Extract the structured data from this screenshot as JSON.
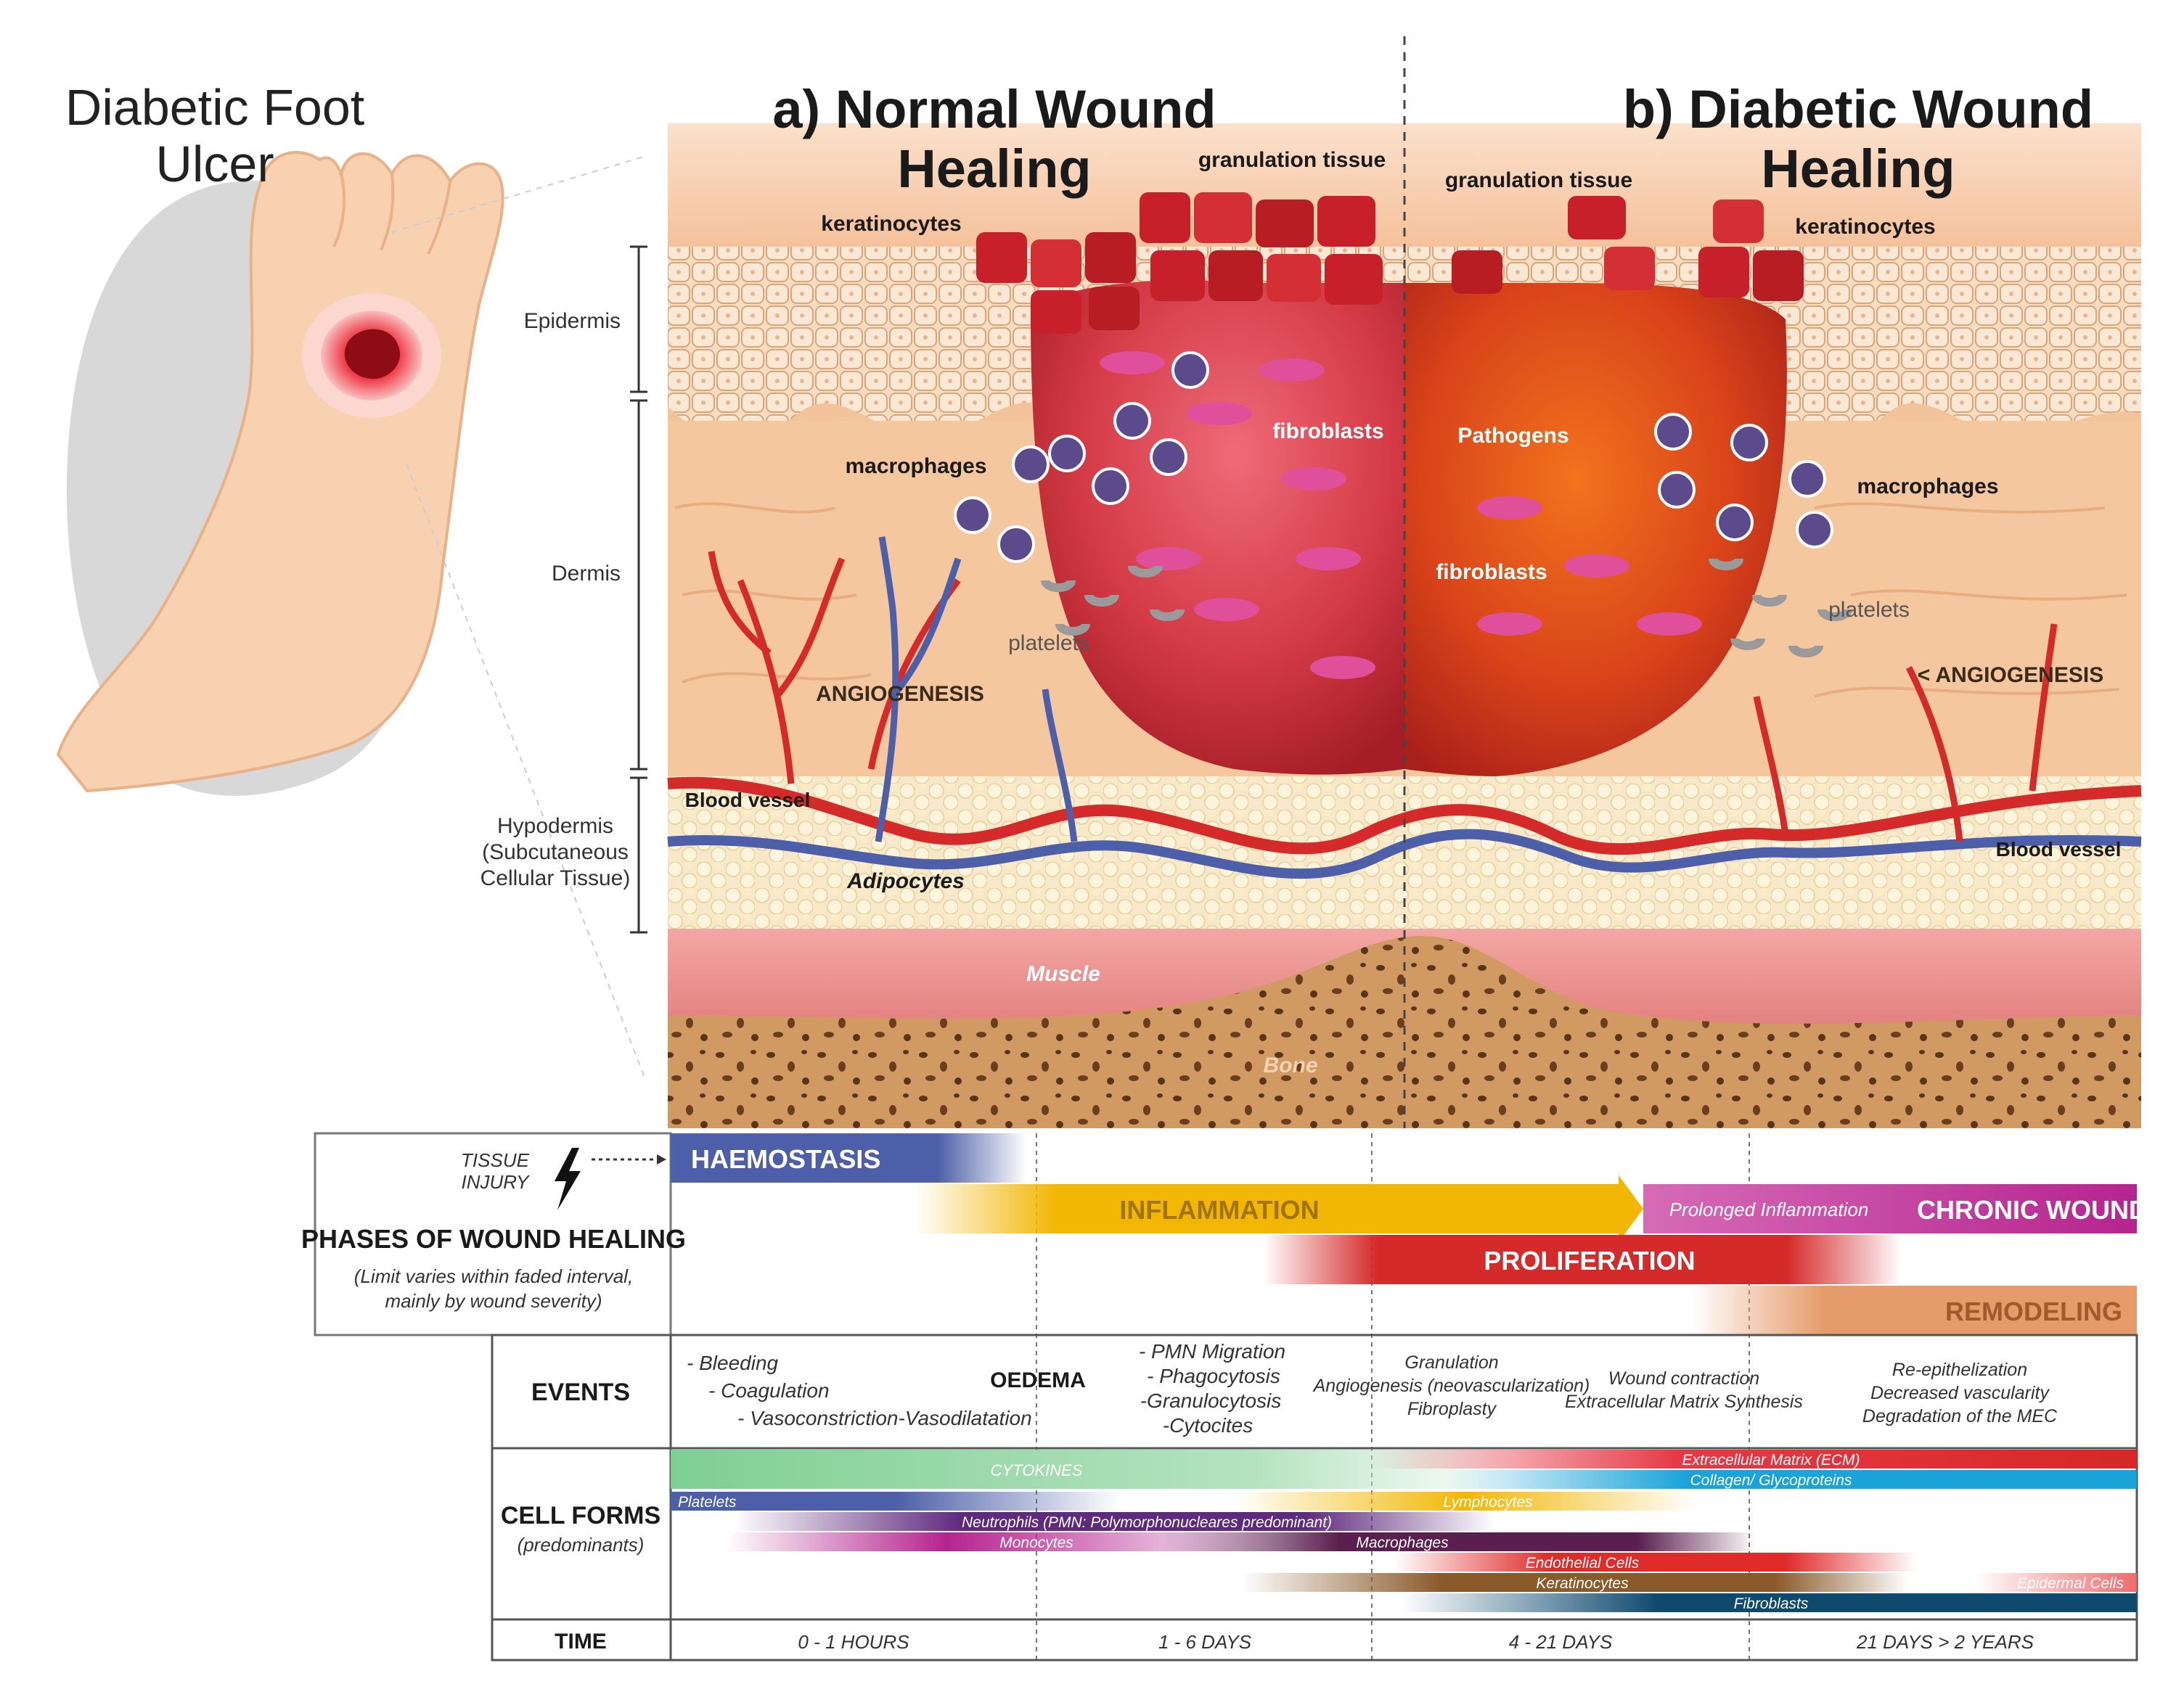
{
  "foot_panel": {
    "title_line1": "Diabetic Foot",
    "title_line2": "Ulcer"
  },
  "normal": {
    "title_line1": "a) Normal Wound",
    "title_line2": "Healing",
    "granulation": "granulation tissue",
    "keratinocytes": "keratinocytes",
    "fibroblasts": "fibroblasts",
    "macrophages": "macrophages",
    "platelets": "platelets",
    "angiogenesis": "ANGIOGENESIS",
    "blood_vessel": "Blood vessel",
    "adipocytes": "Adipocytes"
  },
  "diabetic": {
    "title_line1": "b) Diabetic Wound",
    "title_line2": "Healing",
    "granulation": "granulation tissue",
    "keratinocytes": "keratinocytes",
    "pathogens": "Pathogens",
    "fibroblasts": "fibroblasts",
    "macrophages": "macrophages",
    "platelets": "platelets",
    "angiogenesis": "< ANGIOGENESIS",
    "blood_vessel": "Blood vessel"
  },
  "layers": {
    "epidermis": "Epidermis",
    "dermis": "Dermis",
    "hypodermis_1": "Hypodermis",
    "hypodermis_2": "(Subcutaneous",
    "hypodermis_3": "Cellular Tissue)",
    "muscle": "Muscle",
    "bone": "Bone"
  },
  "phases": {
    "tissue_injury_1": "TISSUE",
    "tissue_injury_2": "INJURY",
    "heading": "PHASES OF WOUND HEALING",
    "note_1": "(Limit varies within faded interval,",
    "note_2": "mainly by wound severity)",
    "haemostasis": "HAEMOSTASIS",
    "inflammation": "INFLAMMATION",
    "prolonged": "Prolonged Inflammation",
    "chronic": "CHRONIC WOUND",
    "proliferation": "PROLIFERATION",
    "remodeling": "REMODELING"
  },
  "events": {
    "label": "EVENTS",
    "col1": [
      "- Bleeding",
      "- Coagulation",
      "- Vasoconstriction-Vasodilatation"
    ],
    "oedema": "OEDEMA",
    "col2": [
      "- PMN Migration",
      "- Phagocytosis",
      "-Granulocytosis",
      "-Cytocites"
    ],
    "col3": [
      "Granulation",
      "Angiogenesis (neovascularization)",
      "Fibroplasty"
    ],
    "col3b": [
      "Wound contraction",
      "Extracellular Matrix Synthesis"
    ],
    "col4": [
      "Re-epithelization",
      "Decreased vascularity",
      "Degradation of the MEC"
    ]
  },
  "cell_forms": {
    "label": "CELL FORMS",
    "sublabel": "(predominants)",
    "cytokines": "CYTOKINES",
    "ecm": "Extracellular Matrix (ECM)",
    "collagen": "Collagen/ Glycoproteins",
    "platelets": "Platelets",
    "lymphocytes": "Lymphocytes",
    "neutrophils": "Neutrophils (PMN: Polymorphonucleares predominant)",
    "monocytes": "Monocytes",
    "macrophages": "Macrophages",
    "endothelial": "Endothelial Cells",
    "keratinocytes": "Keratinocytes",
    "epidermal": "Epidermal Cells",
    "fibroblasts": "Fibroblasts"
  },
  "time": {
    "label": "TIME",
    "t1": "0 - 1 HOURS",
    "t2": "1 - 6 DAYS",
    "t3": "4 - 21 DAYS",
    "t4": "21 DAYS > 2 YEARS"
  },
  "colors": {
    "haemostasis": "#4d5fa8",
    "inflammation": "#f2b705",
    "chronic": "#b5248f",
    "proliferation": "#d42a2a",
    "remodeling": "#e59b6a",
    "skin": "#f6c9a4",
    "wound": "#c8202a"
  }
}
